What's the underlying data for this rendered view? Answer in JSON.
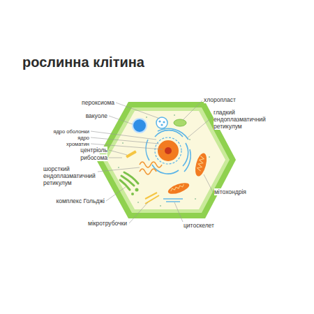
{
  "diagram": {
    "title": "рослинна клітина",
    "labels": [
      "пероксиома",
      "вакуоле",
      "ядро оболонки",
      "ядро",
      "хроматин",
      "центріоль",
      "рибосома",
      "шорсткий ендоплазматичний ретикулум",
      "комплекс Гольджі",
      "мікротрубочки",
      "хлоропласт",
      "гладкий ендоплазматичний ретикулум",
      "мітохондрія",
      "цитоскелет"
    ]
  }
}
